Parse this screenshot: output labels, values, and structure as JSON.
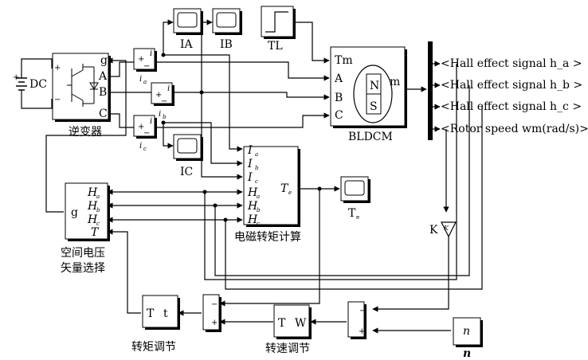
{
  "blocks": {
    "dc": {
      "label": "DC",
      "plus": "+"
    },
    "inverter": {
      "label": "逆变器",
      "port_g": "g",
      "port_a": "A",
      "port_b": "B",
      "port_c": "C",
      "plus": "+",
      "minus": "−"
    },
    "sensor_a": {
      "caption": "i",
      "sub": "a",
      "port_i": "i",
      "plus": "+",
      "minus": "−"
    },
    "sensor_b": {
      "caption": "i",
      "sub": "b",
      "port_i": "i",
      "plus": "+",
      "minus": "−"
    },
    "sensor_c": {
      "caption": "i",
      "sub": "c",
      "port_i": "i",
      "plus": "+",
      "minus": "−"
    },
    "scope_ia": {
      "label": "IA"
    },
    "scope_ib": {
      "label": "IB"
    },
    "scope_ic": {
      "label": "IC"
    },
    "tl_step": {
      "label": "TL"
    },
    "motor": {
      "label": "BLDCM",
      "port_tm": "Tm",
      "port_a": "A",
      "port_b": "B",
      "port_c": "C",
      "port_m": "m",
      "pole_n": "N",
      "pole_s": "S"
    },
    "bus_signals": [
      "<Hall effect signal h_a >",
      "<Hall effect signal h_b >",
      "<Hall effect signal h_c >",
      "<Rotor speed wm(rad/s)>"
    ],
    "torque_calc": {
      "label": "电磁转矩计算",
      "inputs": [
        "I",
        "I",
        "I",
        "H",
        "H",
        "H"
      ],
      "input_subs": [
        "a",
        "b",
        "c",
        "a",
        "b",
        "c"
      ],
      "output": "T",
      "output_sub": "e"
    },
    "scope_te": {
      "label": "T",
      "label_sub": "e"
    },
    "vector_select": {
      "label_line1": "空间电压",
      "label_line2": "矢量选择",
      "out_g": "g",
      "inputs": [
        "H",
        "H",
        "H",
        "T"
      ],
      "input_subs": [
        "a",
        "b",
        "c",
        ""
      ]
    },
    "gain": {
      "label": "K",
      "inner": "K"
    },
    "torque_reg": {
      "label": "转矩调节",
      "in": "T",
      "out": "t"
    },
    "speed_reg": {
      "label": "转速调节",
      "in": "T",
      "out": "W"
    },
    "sum_torque": {
      "minus": "−",
      "plus": "+"
    },
    "sum_speed": {
      "minus": "−",
      "plus": "+"
    },
    "speed_ref": {
      "inner": "n",
      "label": "n"
    }
  }
}
